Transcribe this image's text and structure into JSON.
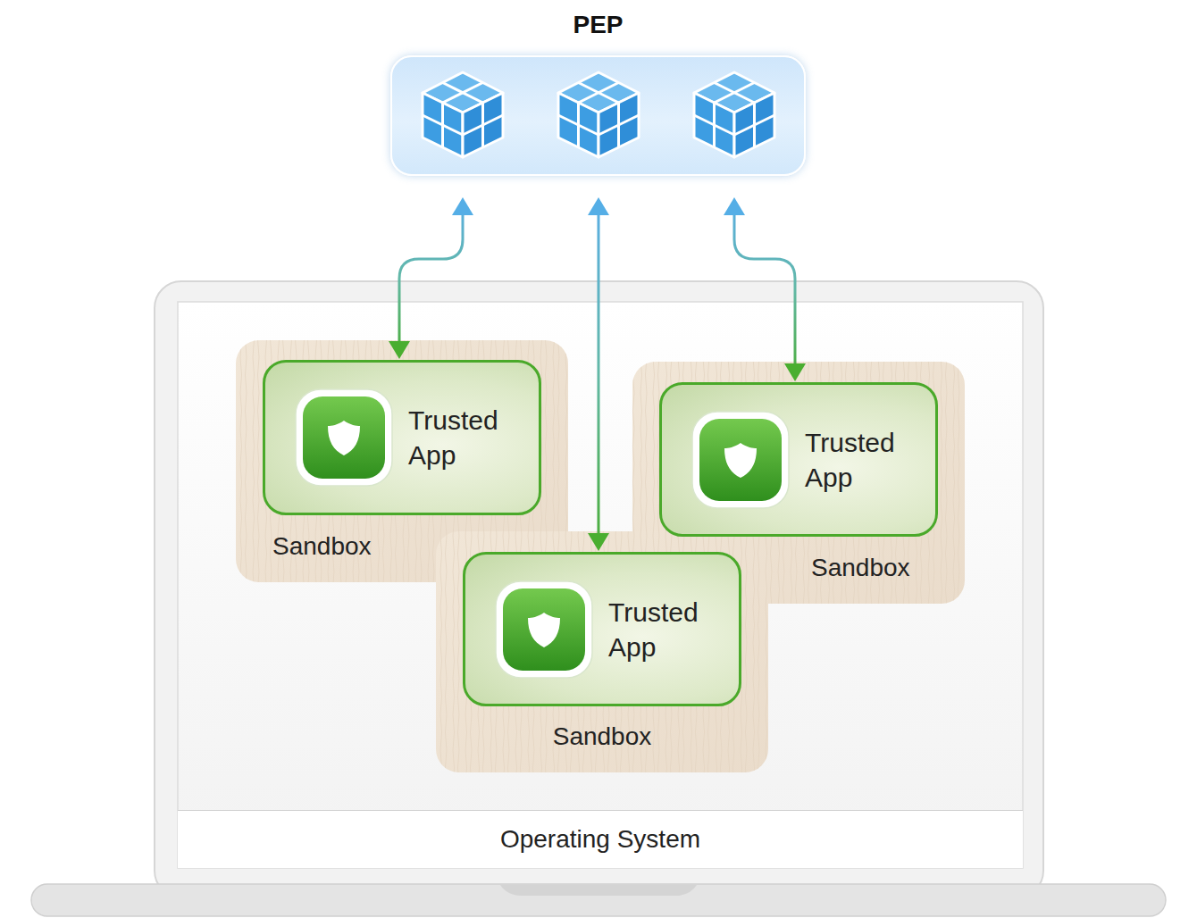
{
  "diagram": {
    "nodes": [
      {
        "text": [
          "PEP"
        ]
      },
      {
        "text": [
          "Sandbox"
        ]
      },
      {
        "text": [
          "Trusted App"
        ],
        "in": 1
      },
      {
        "text": [
          "Sandbox"
        ]
      },
      {
        "text": [
          "Trusted App"
        ],
        "in": 3
      },
      {
        "text": [
          "Sandbox"
        ]
      },
      {
        "text": [
          "Trusted App"
        ],
        "in": 5
      },
      {
        "text": [
          "Operating System"
        ]
      }
    ],
    "edges": [
      {
        "from": 0,
        "to": 2,
        "arrow": "both"
      },
      {
        "from": 0,
        "to": 6,
        "arrow": "both"
      },
      {
        "from": 0,
        "to": 4,
        "arrow": "both"
      }
    ]
  }
}
